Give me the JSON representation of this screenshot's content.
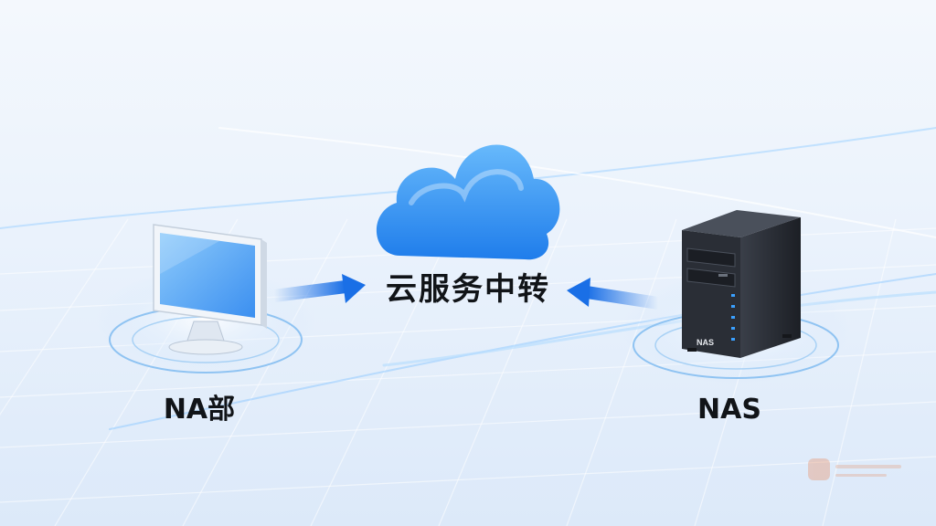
{
  "diagram": {
    "center": {
      "label": "云服务中转"
    },
    "left": {
      "label": "NA部"
    },
    "right": {
      "label": "NAS",
      "device_text": "NAS"
    }
  },
  "icons": {
    "cloud": "cloud-icon",
    "monitor": "monitor-icon",
    "server": "nas-server-icon",
    "arrow_left": "arrow-right-icon",
    "arrow_right": "arrow-left-icon"
  },
  "colors": {
    "background": "#eaf2fc",
    "cloud": "#2f8cf0",
    "arrow": "#1a6fe6",
    "ring": "#8fc3f2",
    "server": "#23262d",
    "label": "#111418",
    "led": "#3aa0ff"
  }
}
